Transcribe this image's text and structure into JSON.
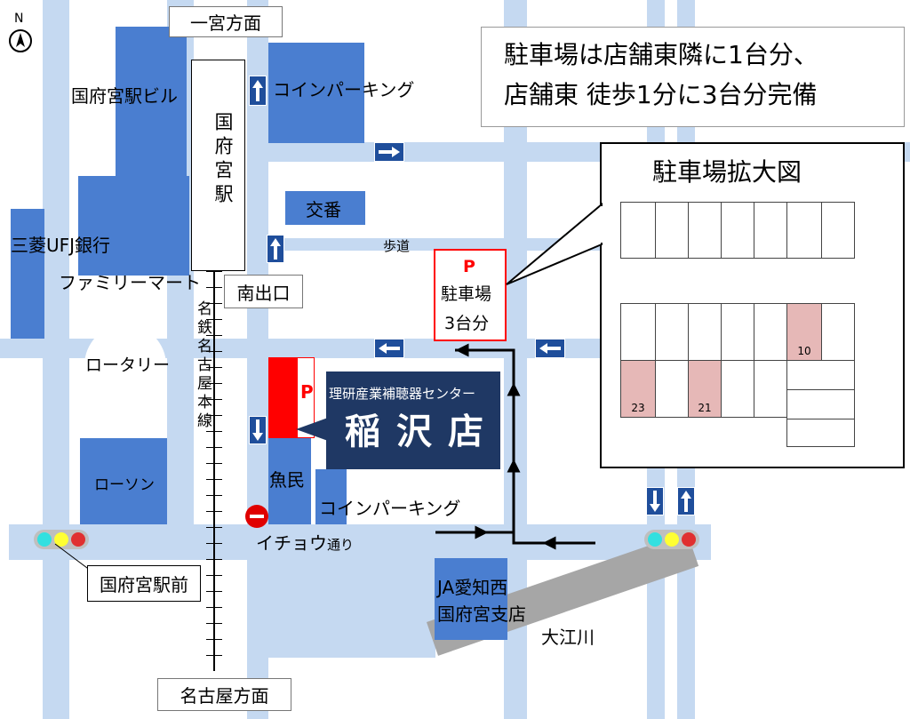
{
  "compass": {
    "label": "N"
  },
  "directions": {
    "top": "一宮方面",
    "bottom": "名古屋方面"
  },
  "station": {
    "name": "国府宮駅",
    "exit": "南出口",
    "line": "名鉄名古屋本線"
  },
  "buildings": {
    "station_bldg": "国府宮駅ビル",
    "coin_parking_north": "コインパーキング",
    "koban": "交番",
    "bank": "三菱UFJ銀行",
    "familymart": "ファミリーマート",
    "rotary": "ロータリー",
    "lawson": "ローソン",
    "uomin": "魚民",
    "coin_parking_south": "コインパーキング",
    "ja_line1": "JA愛知西",
    "ja_line2": "国府宮支店"
  },
  "streets": {
    "sidewalk": "歩道",
    "icho_main": "イチョウ",
    "icho_suffix": "通り",
    "river": "大江川"
  },
  "intersection": {
    "name": "国府宮駅前"
  },
  "notice": {
    "line1": "駐車場は店舗東隣に1台分、",
    "line2": "店舗東 徒歩1分に3台分完備"
  },
  "store": {
    "subtitle": "理研産業補聴器センター",
    "name": "稲沢店",
    "parking_mark": "P"
  },
  "parking_lot": {
    "mark": "P",
    "label": "駐車場",
    "capacity": "3台分"
  },
  "inset": {
    "title": "駐車場拡大図",
    "spaces": {
      "a": "10",
      "b": "23",
      "c": "21"
    }
  },
  "colors": {
    "road": "#c5d9f1",
    "building": "#4a7ed0",
    "store": "#1f3864",
    "parking_red": "#ff0000",
    "space_pink": "#e6b8b7",
    "river": "#a6a6a6"
  }
}
